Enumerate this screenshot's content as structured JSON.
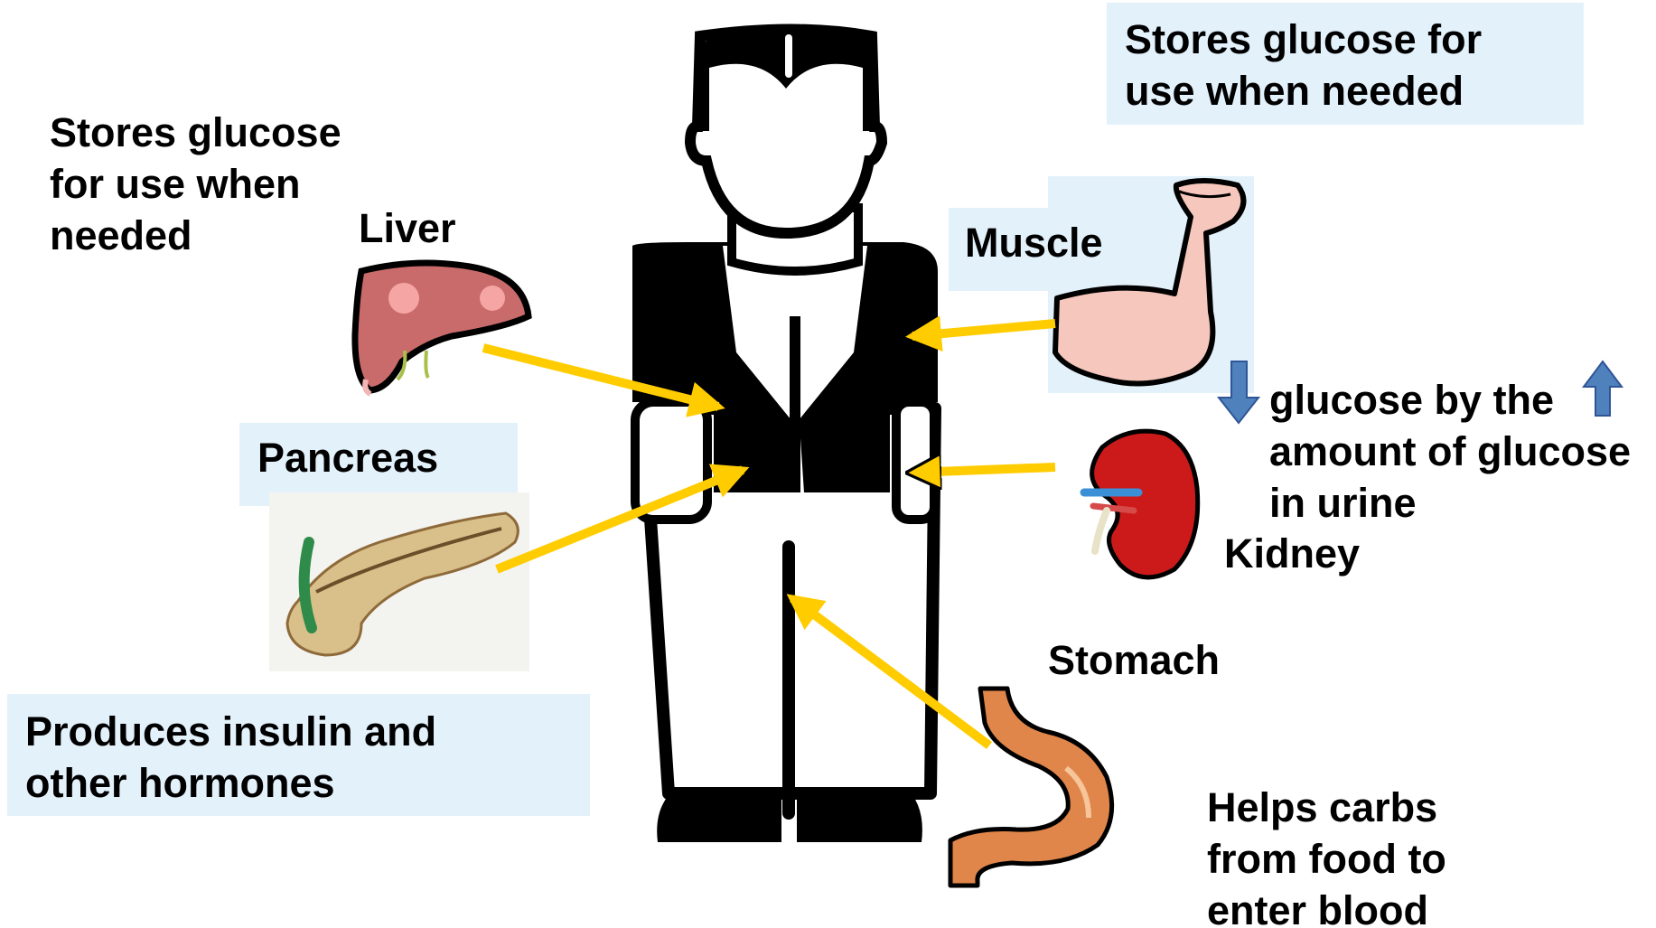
{
  "labels": {
    "muscle_note": "Stores glucose for\nuse when needed",
    "liver_note": "Stores glucose\nfor use when\nneeded",
    "liver": "Liver",
    "muscle": "Muscle",
    "pancreas": "Pancreas",
    "kidney_note": "glucose by the\namount of glucose\nin urine",
    "kidney": "Kidney",
    "stomach": "Stomach",
    "pancreas_note": "Produces insulin and\nother hormones",
    "stomach_note": "Helps carbs\nfrom food to\nenter blood"
  },
  "colors": {
    "box_fill": "#e3f1fb",
    "arrow": "#ffcc00",
    "trend_arrow": "#4f81bd",
    "figure": "#000000"
  },
  "icons": {
    "body": "person-figure-icon",
    "liver": "liver-icon",
    "pancreas": "pancreas-icon",
    "muscle": "flexed-arm-icon",
    "kidney": "kidney-icon",
    "stomach": "stomach-icon",
    "down": "down-arrow-icon",
    "up": "up-arrow-icon"
  }
}
